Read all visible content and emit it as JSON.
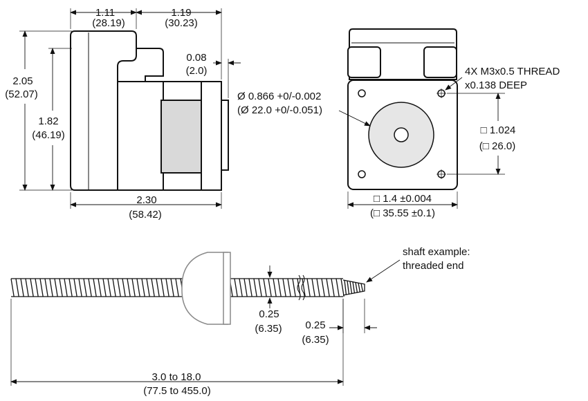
{
  "side_view": {
    "dim_top_left": {
      "in": "1.11",
      "mm": "(28.19)"
    },
    "dim_top_right": {
      "in": "1.19",
      "mm": "(30.23)"
    },
    "dim_protrusion": {
      "in": "0.08",
      "mm": "(2.0)"
    },
    "dim_height_total": {
      "in": "2.05",
      "mm": "(52.07)"
    },
    "dim_height_body": {
      "in": "1.82",
      "mm": "(46.19)"
    },
    "dim_length": {
      "in": "2.30",
      "mm": "(58.42)"
    }
  },
  "front_view": {
    "pilot_diameter": {
      "in": "Ø 0.866 +0/-0.002",
      "mm": "(Ø 22.0 +0/-0.051)"
    },
    "thread_note": {
      "line1": "4X M3x0.5 THREAD",
      "line2": "x0.138 DEEP"
    },
    "hole_spacing": {
      "in": "□ 1.024",
      "mm": "(□ 26.0)"
    },
    "frame_size": {
      "in": "□ 1.4 ±0.004",
      "mm": "(□ 35.55 ±0.1)"
    }
  },
  "shaft_view": {
    "note": {
      "line1": "shaft example:",
      "line2": "threaded end"
    },
    "dim_diameter": {
      "in": "0.25",
      "mm": "(6.35)"
    },
    "dim_end": {
      "in": "0.25",
      "mm": "(6.35)"
    },
    "dim_length": {
      "in": "3.0 to 18.0",
      "mm": "(77.5 to 455.0)"
    }
  }
}
